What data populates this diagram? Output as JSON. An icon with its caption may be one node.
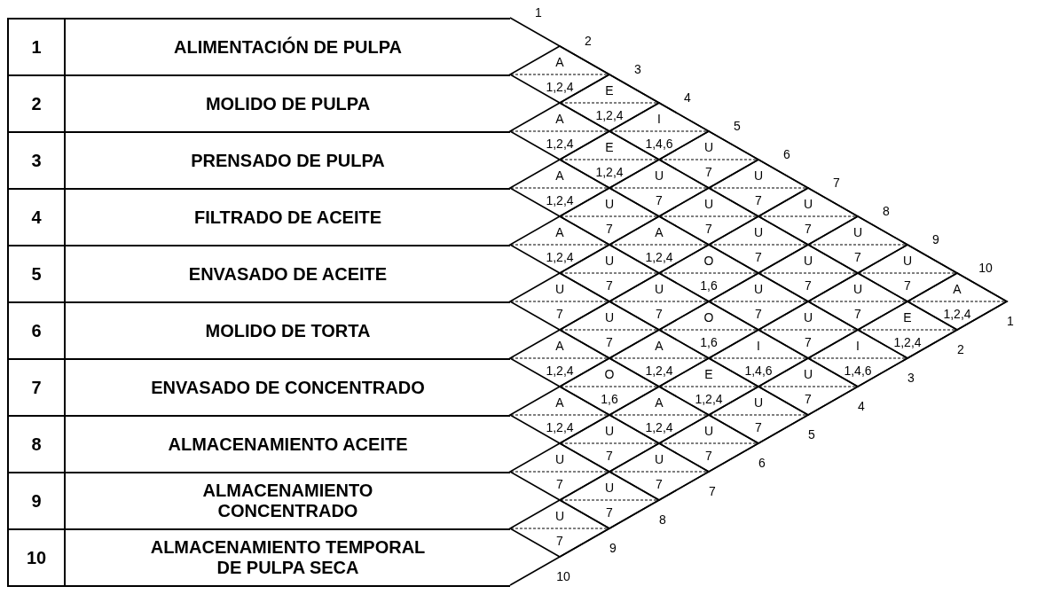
{
  "diagram": {
    "nodes": [
      {
        "text": [
          "1",
          "ALIMENTACIÓN DE PULPA"
        ]
      },
      {
        "text": [
          "2",
          "MOLIDO DE PULPA"
        ]
      },
      {
        "text": [
          "3",
          "PRENSADO DE PULPA"
        ]
      },
      {
        "text": [
          "4",
          "FILTRADO DE ACEITE"
        ]
      },
      {
        "text": [
          "5",
          "ENVASADO DE ACEITE"
        ]
      },
      {
        "text": [
          "6",
          "MOLIDO DE TORTA"
        ]
      },
      {
        "text": [
          "7",
          "ENVASADO DE CONCENTRADO"
        ]
      },
      {
        "text": [
          "8",
          "ALMACENAMIENTO ACEITE"
        ]
      },
      {
        "text": [
          "9",
          "ALMACENAMIENTO CONCENTRADO"
        ]
      },
      {
        "text": [
          "10",
          "ALMACENAMIENTO TEMPORAL DE PULPA SECA"
        ]
      },
      {
        "text": [
          "A",
          "1,2,4"
        ]
      },
      {
        "text": [
          "E",
          "1,2,4"
        ]
      },
      {
        "text": [
          "A",
          "1,2,4"
        ]
      },
      {
        "text": [
          "I",
          "1,4,6"
        ]
      },
      {
        "text": [
          "E",
          "1,2,4"
        ]
      },
      {
        "text": [
          "U",
          "7"
        ]
      },
      {
        "text": [
          "A",
          "1,2,4"
        ]
      },
      {
        "text": [
          "U",
          "7"
        ]
      },
      {
        "text": [
          "U",
          "7"
        ]
      },
      {
        "text": [
          "U",
          "7"
        ]
      },
      {
        "text": [
          "U",
          "7"
        ]
      },
      {
        "text": [
          "U",
          "7"
        ]
      },
      {
        "text": [
          "A",
          "1,2,4"
        ]
      },
      {
        "text": [
          "A",
          "1,2,4"
        ]
      },
      {
        "text": [
          "U",
          "7"
        ]
      },
      {
        "text": [
          "U",
          "7"
        ]
      },
      {
        "text": [
          "U",
          "7"
        ]
      },
      {
        "text": [
          "O",
          "1,6"
        ]
      },
      {
        "text": [
          "U",
          "7"
        ]
      },
      {
        "text": [
          "U",
          "7"
        ]
      },
      {
        "text": [
          "U",
          "7"
        ]
      },
      {
        "text": [
          "U",
          "7"
        ]
      },
      {
        "text": [
          "U",
          "7"
        ]
      },
      {
        "text": [
          "U",
          "7"
        ]
      },
      {
        "text": [
          "A",
          "1,2,4"
        ]
      },
      {
        "text": [
          "U",
          "7"
        ]
      },
      {
        "text": [
          "O",
          "1,6"
        ]
      },
      {
        "text": [
          "U",
          "7"
        ]
      },
      {
        "text": [
          "E",
          "1,2,4"
        ]
      },
      {
        "text": [
          "A",
          "1,2,4"
        ]
      },
      {
        "text": [
          "A",
          "1,2,4"
        ]
      },
      {
        "text": [
          "I",
          "1,4,6"
        ]
      },
      {
        "text": [
          "I",
          "1,4,6"
        ]
      },
      {
        "text": [
          "O",
          "1,6"
        ]
      },
      {
        "text": [
          "E",
          "1,2,4"
        ]
      },
      {
        "text": [
          "U",
          "7"
        ]
      },
      {
        "text": [
          "A",
          "1,2,4"
        ]
      },
      {
        "text": [
          "A",
          "1,2,4"
        ]
      },
      {
        "text": [
          "U",
          "7"
        ]
      },
      {
        "text": [
          "U",
          "7"
        ]
      },
      {
        "text": [
          "U",
          "7"
        ]
      },
      {
        "text": [
          "U",
          "7"
        ]
      },
      {
        "text": [
          "U",
          "7"
        ]
      },
      {
        "text": [
          "U",
          "7"
        ]
      },
      {
        "text": [
          "U",
          "7"
        ]
      }
    ],
    "labels": [
      "1",
      "2",
      "3",
      "4",
      "5",
      "6",
      "7",
      "8",
      "9",
      "10",
      "1",
      "2",
      "3",
      "4",
      "5",
      "6",
      "7",
      "8",
      "9",
      "10"
    ]
  }
}
